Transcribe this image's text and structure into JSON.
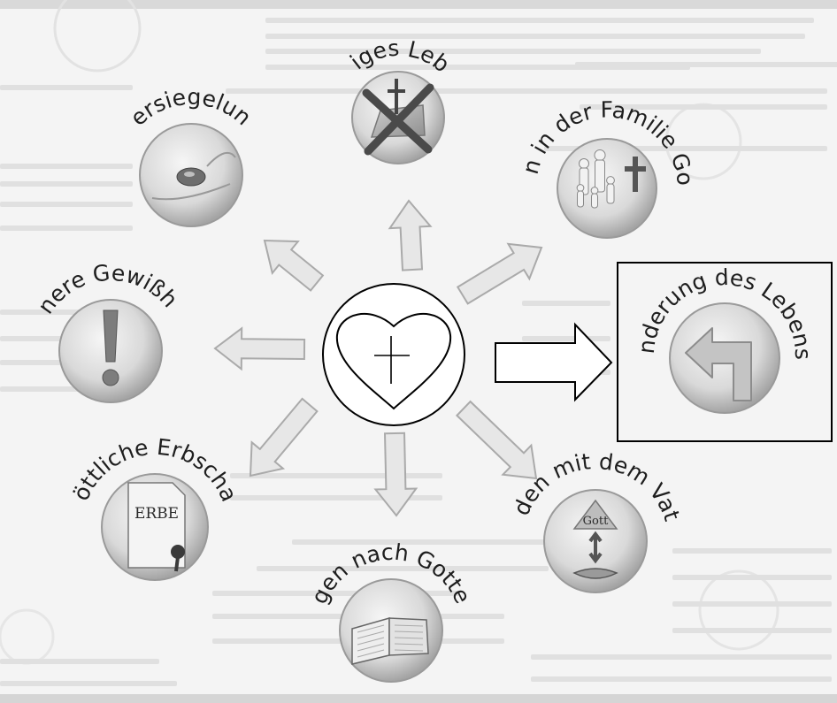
{
  "diagram": {
    "center": {
      "symbol": "heart-with-cross"
    },
    "nodes": [
      {
        "id": "ewiges-leben",
        "label": "Ewiges Leben",
        "icon": "crossed-out-tombstone-icon"
      },
      {
        "id": "familie-gottes",
        "label": "Leben in der Familie Gottes",
        "icon": "family-with-cross-icon"
      },
      {
        "id": "lebensstil",
        "label": "Veränderung des Lebensstils",
        "icon": "turn-left-arrow-icon",
        "highlighted": true
      },
      {
        "id": "reden-vater",
        "label": "Reden mit dem Vater",
        "icon": "gott-mouth-icon",
        "icon_text": "Gott"
      },
      {
        "id": "verlangen-wort",
        "label": "Verlangen nach Gottes Wort",
        "icon": "open-book-icon"
      },
      {
        "id": "erbschaft",
        "label": "Göttliche Erbschaft",
        "icon": "erbe-document-icon",
        "icon_text": "ERBE"
      },
      {
        "id": "gewissheit",
        "label": "Innere Gewißheit",
        "icon": "exclamation-icon"
      },
      {
        "id": "versiegelung",
        "label": "Versiegelung",
        "icon": "seal-icon"
      }
    ],
    "colors": {
      "disc_inner": "#f5f5f5",
      "disc_mid": "#d6d6d6",
      "disc_edge": "#9a9a9a",
      "arrow_fill": "#e7e7e7",
      "arrow_stroke": "#aaaaaa",
      "ink": "#1a1a1a"
    }
  }
}
